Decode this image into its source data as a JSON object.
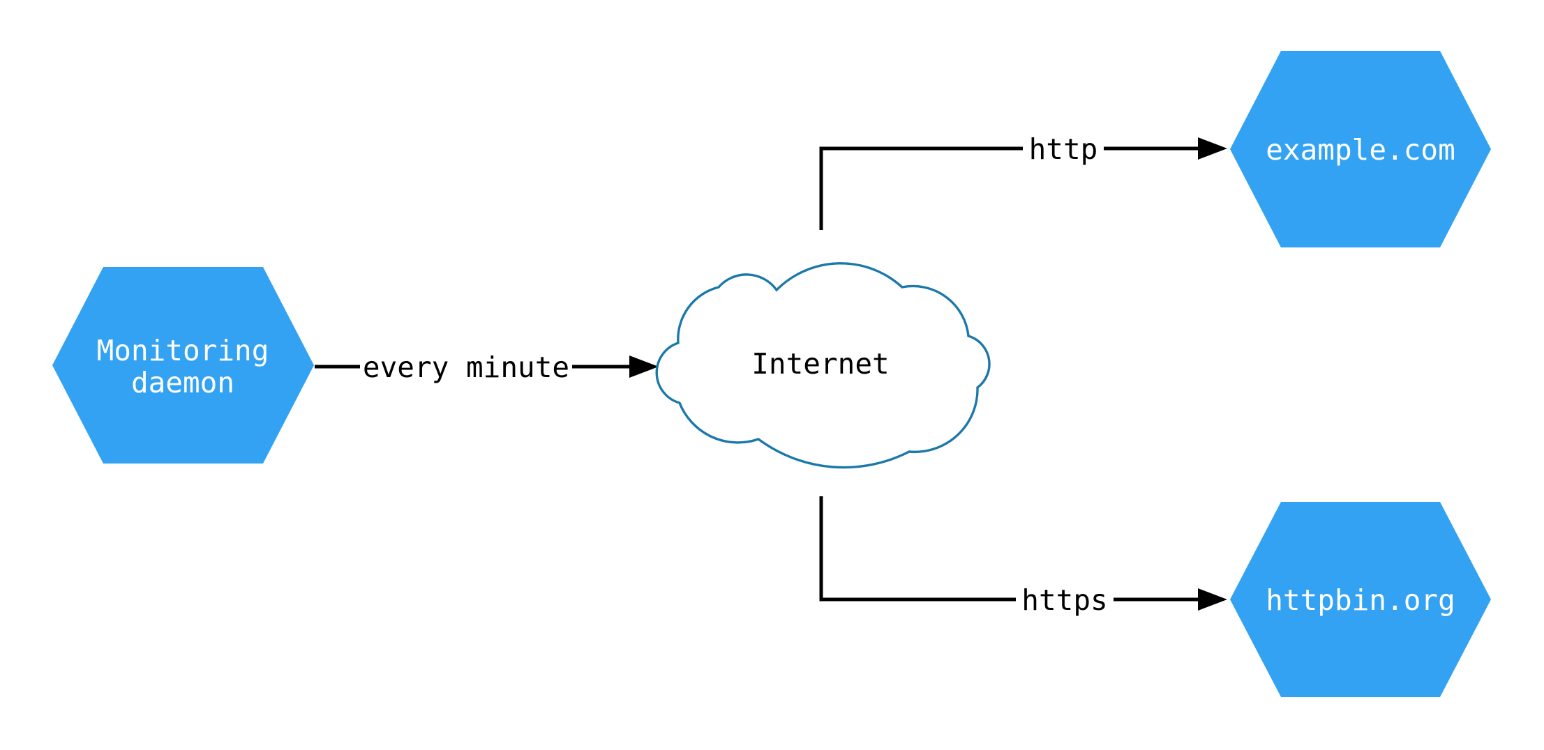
{
  "colors": {
    "background": "#ffffff",
    "node_fill": "#33a2f3",
    "node_text": "#ffffff",
    "cloud_stroke": "#1b78ab",
    "cloud_fill": "#ffffff",
    "edge": "#000000",
    "edge_label_text": "#000000"
  },
  "nodes": {
    "monitoring_daemon": {
      "label_lines": [
        "Monitoring",
        "daemon"
      ]
    },
    "internet": {
      "label": "Internet"
    },
    "example_com": {
      "label": "example.com"
    },
    "httpbin_org": {
      "label": "httpbin.org"
    }
  },
  "edges": {
    "monitoring_to_internet": {
      "from": "monitoring_daemon",
      "to": "internet",
      "label": "every minute"
    },
    "internet_to_example": {
      "from": "internet",
      "to": "example_com",
      "label": "http"
    },
    "internet_to_httpbin": {
      "from": "internet",
      "to": "httpbin_org",
      "label": "https"
    }
  }
}
